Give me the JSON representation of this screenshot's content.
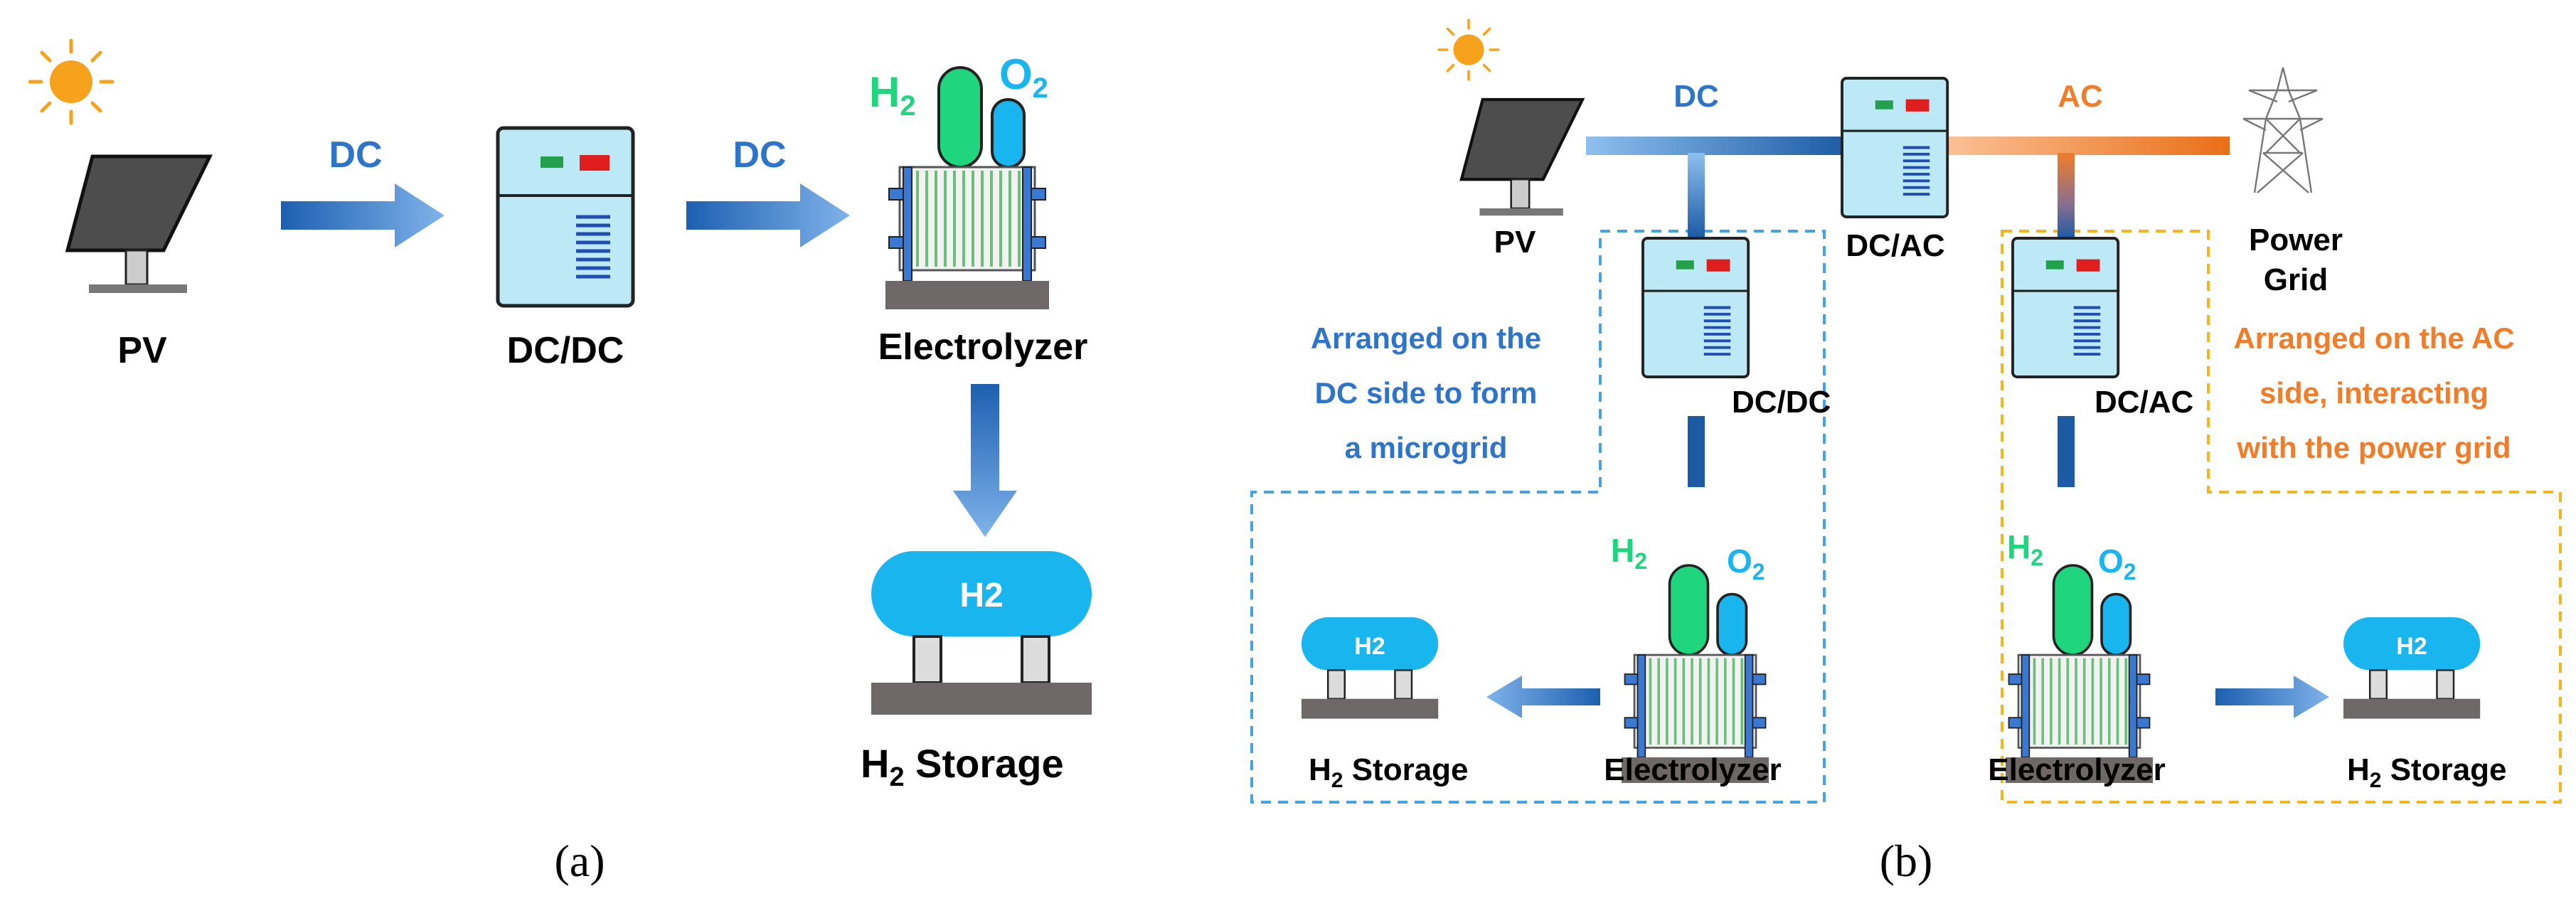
{
  "panel_a": {
    "pv_label": "PV",
    "arrow1_label": "DC",
    "converter_label": "DC/DC",
    "arrow2_label": "DC",
    "electrolyzer_label": "Electrolyzer",
    "h2_gas": "H",
    "h2_sub": "2",
    "o2_gas": "O",
    "o2_sub": "2",
    "tank_text": "H2",
    "storage_label_main": "H",
    "storage_label_sub": "2",
    "storage_label_rest": " Storage",
    "caption": "(a)"
  },
  "panel_b": {
    "pv_label": "PV",
    "dc_bus_label": "DC",
    "ac_bus_label": "AC",
    "inverter_label": "DC/AC",
    "grid_label_line1": "Power",
    "grid_label_line2": "Grid",
    "dcdc_label": "DC/DC",
    "dcac_label": "DC/AC",
    "dc_note_line1": "Arranged on the",
    "dc_note_line2": "DC side to form",
    "dc_note_line3": "a microgrid",
    "ac_note_line1": "Arranged on the AC",
    "ac_note_line2": "side, interacting",
    "ac_note_line3": "with the power grid",
    "left_electrolyzer_label": "Electrolyzer",
    "right_electrolyzer_label": "Electrolyzer",
    "left_storage_main": "H",
    "left_storage_sub": "2",
    "left_storage_rest": " Storage",
    "right_storage_main": "H",
    "right_storage_sub": "2",
    "right_storage_rest": " Storage",
    "h2_gas": "H",
    "h2_sub": "2",
    "o2_gas": "O",
    "o2_sub": "2",
    "tank_text": "H2",
    "caption": "(b)"
  },
  "colors": {
    "dc_blue": "#2e74c8",
    "ac_orange": "#f07d2a",
    "device_fill": "#bde8f6",
    "tank_fill": "#19b5ef",
    "h2_green": "#1fd67e",
    "o2_cyan": "#19b5ef",
    "dc_box_border": "#46a3e2",
    "ac_box_border": "#f3b51c"
  }
}
